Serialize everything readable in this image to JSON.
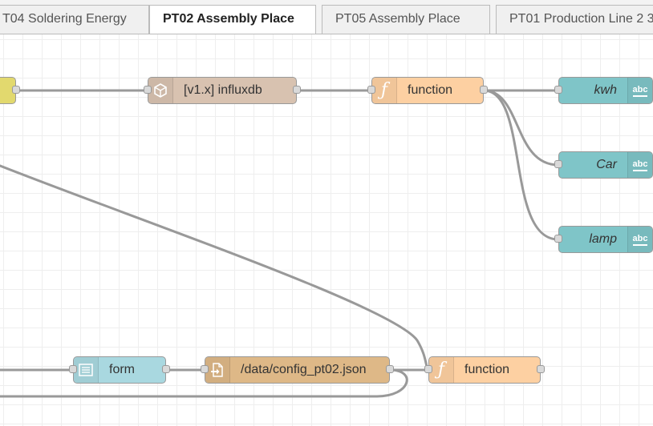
{
  "tabs": [
    {
      "label": "T04 Soldering Energy",
      "active": false
    },
    {
      "label": "PT02 Assembly Place",
      "active": true
    },
    {
      "label": "PT05 Assembly Place",
      "active": false
    },
    {
      "label": "PT01 Production Line 2 3",
      "active": false
    }
  ],
  "nodes": {
    "influxdb": {
      "label": "[v1.x] influxdb",
      "icon": "database-icon",
      "color": "#d8c2b0"
    },
    "function_top": {
      "label": "function",
      "icon": "function-icon",
      "color": "#fdd0a2"
    },
    "kwh": {
      "label": "kwh",
      "icon": "text-output-icon",
      "color": "#7fc5c8"
    },
    "car": {
      "label": "Car",
      "icon": "text-output-icon",
      "color": "#7fc5c8"
    },
    "lamp": {
      "label": "lamp",
      "icon": "text-output-icon",
      "color": "#7fc5c8"
    },
    "form": {
      "label": "form",
      "icon": "form-icon",
      "color": "#a9d8e0"
    },
    "file": {
      "label": "/data/config_pt02.json",
      "icon": "file-icon",
      "color": "#deb887"
    },
    "function_bottom": {
      "label": "function",
      "icon": "function-icon",
      "color": "#fdd0a2"
    },
    "partial_left": {
      "color": "#e2d96e"
    }
  },
  "badge_text": "abc"
}
